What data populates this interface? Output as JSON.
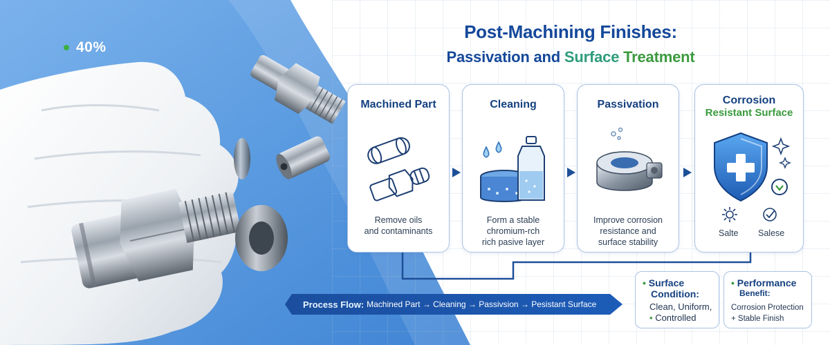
{
  "badge": {
    "percent": "40%"
  },
  "title": {
    "line1": "Post-Machining Finishes:",
    "line2_part1": "Passivation and ",
    "line2_part2": "Surface ",
    "line2_part3": "Treatment"
  },
  "steps": [
    {
      "title": "Machined Part",
      "desc_lines": [
        "Remove oils",
        "and contaminants"
      ]
    },
    {
      "title": "Cleaning",
      "desc_lines": [
        "Form a stable",
        "chromium-rch",
        "rich pasive layer"
      ]
    },
    {
      "title": "Passivation",
      "desc_lines": [
        "Improve corrosion",
        "resistance and",
        "surface stability"
      ]
    },
    {
      "title_line1": "Corrosion",
      "title_line2": "Resistant Surface",
      "icon_labels": [
        "Salte",
        "Salese"
      ]
    }
  ],
  "flow": {
    "label": "Process Flow:",
    "steps_text": "Machined Part → Cleaning → Passivsion → Pesistant Surface"
  },
  "surface_condition": {
    "heading_line1": "Surface",
    "heading_line2": "Condition:",
    "lines": [
      "Clean, Uniform,",
      "Controlled"
    ]
  },
  "performance_benefit": {
    "heading_line1": "Performance",
    "heading_line2": "Benefit:",
    "lines": [
      "Corrosion Protection",
      "+ Stable Finish"
    ]
  },
  "colors": {
    "navy": "#14407f",
    "title_blue": "#14489a",
    "green": "#3a9a3c",
    "teal": "#2e9c7b",
    "card_border": "#a9c2e4",
    "blue_bg": "#5b9be0"
  }
}
